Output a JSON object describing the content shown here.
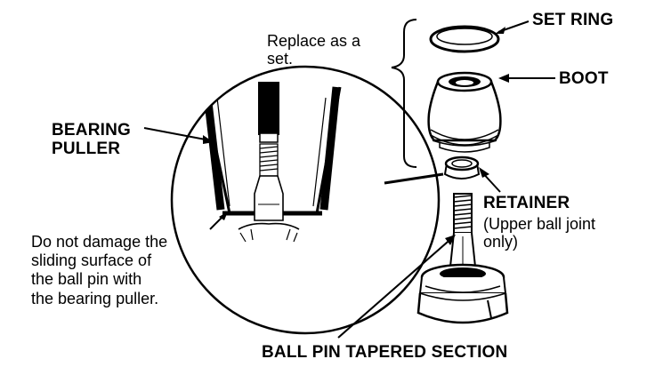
{
  "labels": {
    "set_ring": "SET RING",
    "boot": "BOOT",
    "retainer": "RETAINER",
    "retainer_note_line1": "(Upper ball joint",
    "retainer_note_line2": "only)",
    "bearing_puller_line1": "BEARING",
    "bearing_puller_line2": "PULLER",
    "replace_line1": "Replace as a",
    "replace_line2": "set.",
    "warning_line1": "Do not damage the",
    "warning_line2": "sliding surface of",
    "warning_line3": "the ball pin with",
    "warning_line4": "the bearing puller.",
    "ball_pin": "BALL PIN TAPERED SECTION"
  }
}
